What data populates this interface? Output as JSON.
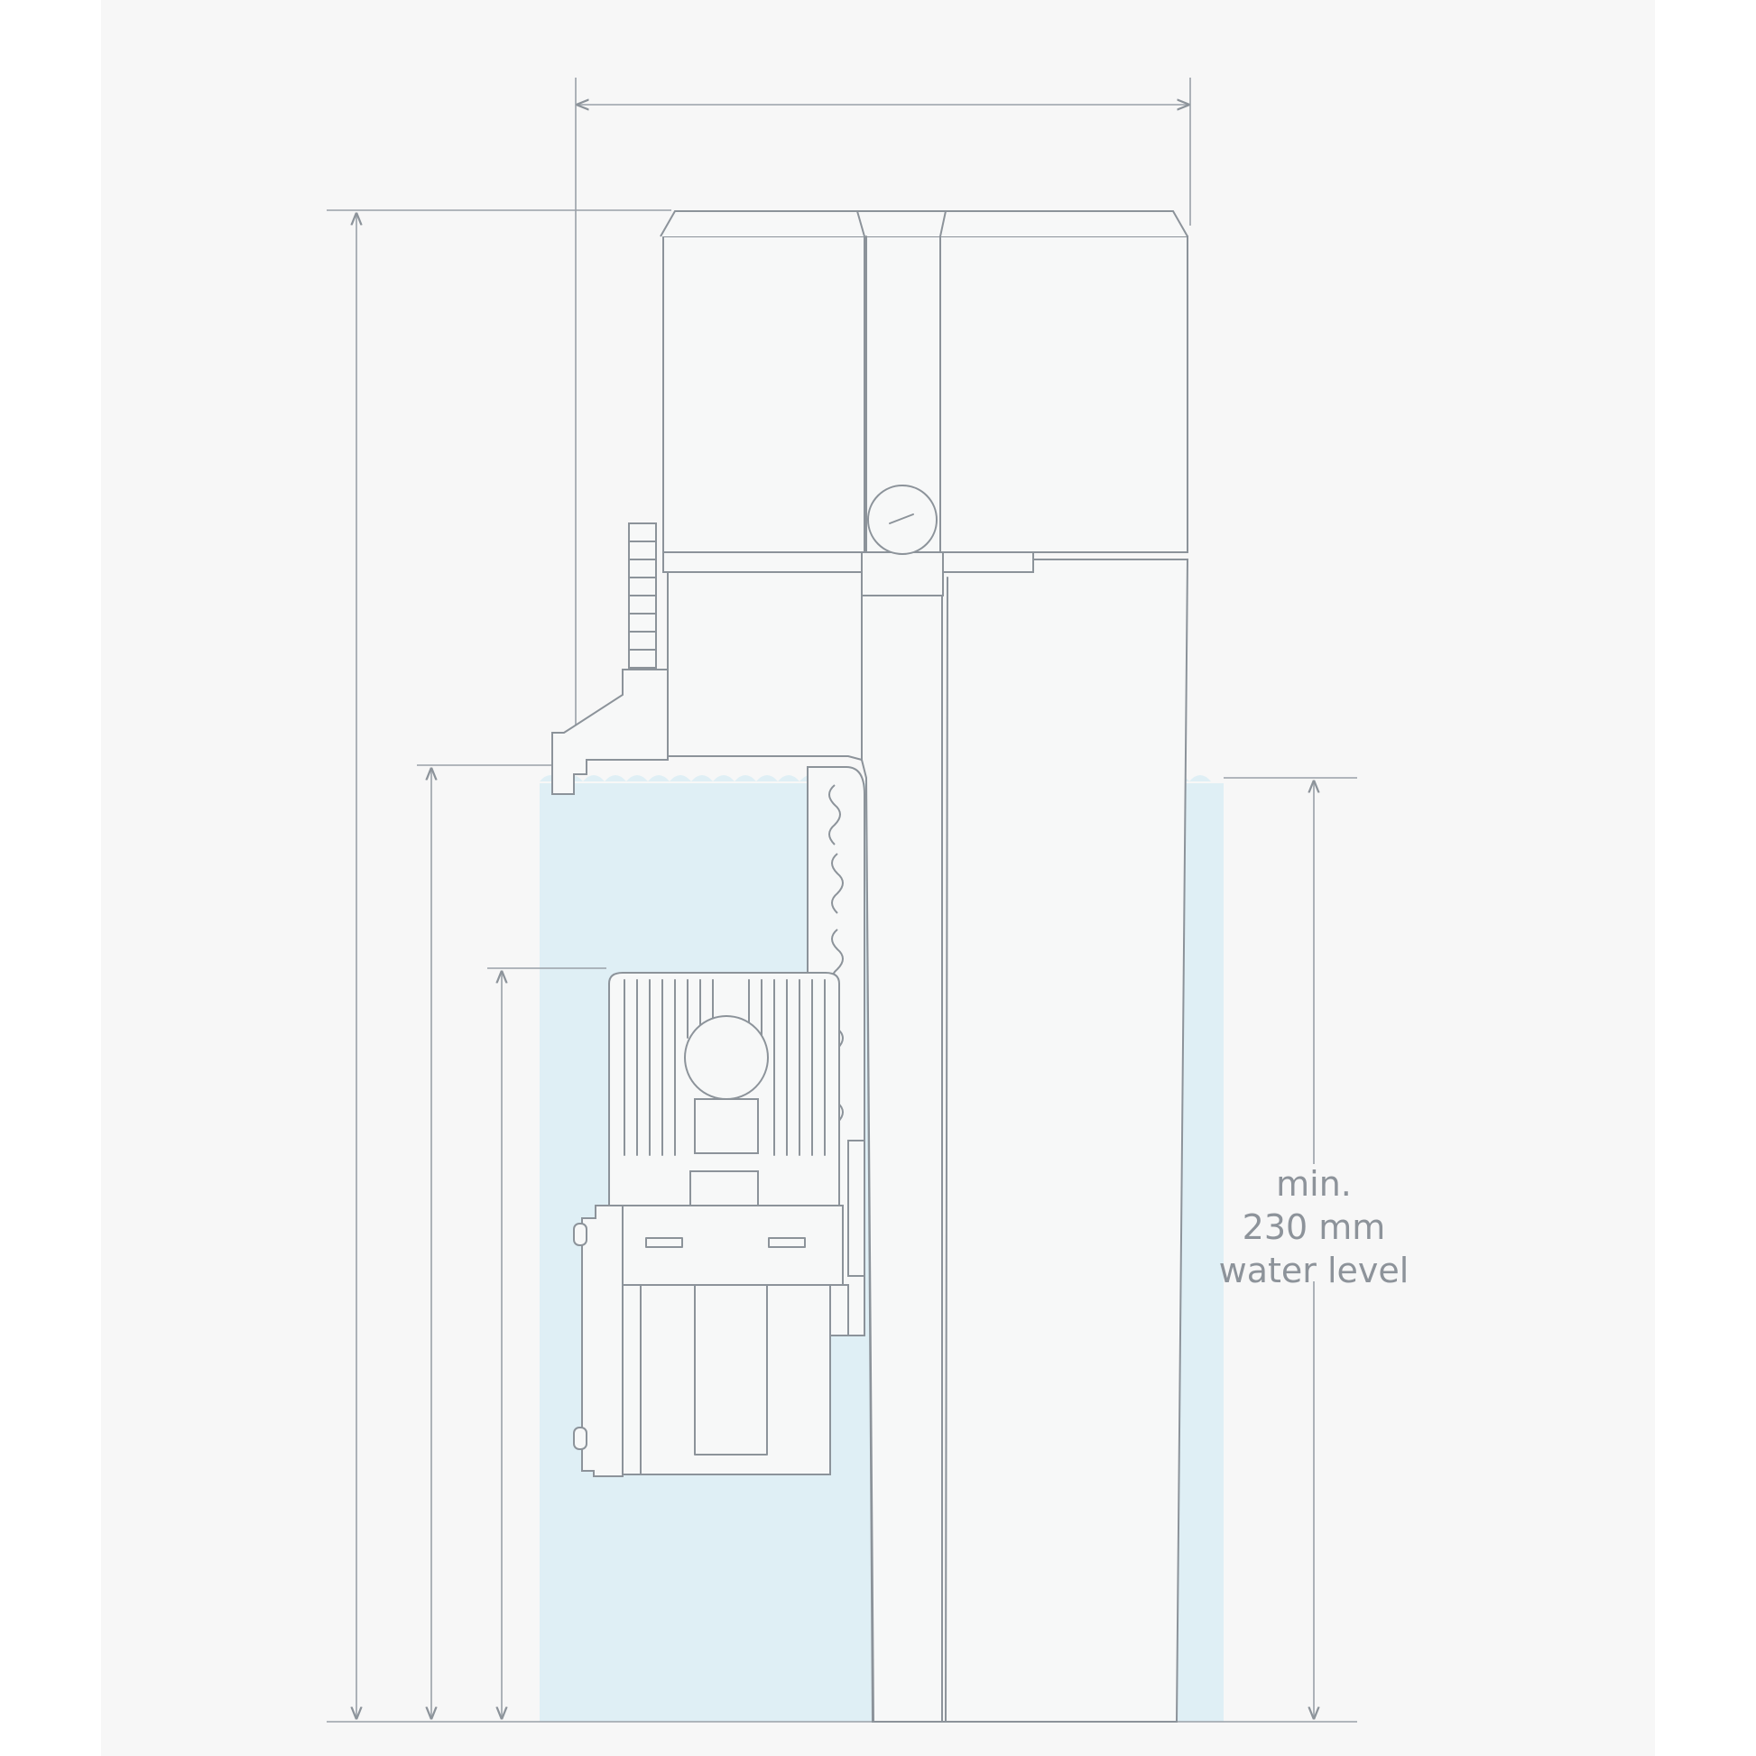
{
  "figure": {
    "annotation": {
      "line1": "min.",
      "line2": "230 mm",
      "line3": "water level"
    },
    "colors": {
      "page_background": "#f7f7f7",
      "water": "#dfeff5",
      "outline": "#8c939a",
      "annotation_text": "#8d939a"
    }
  }
}
